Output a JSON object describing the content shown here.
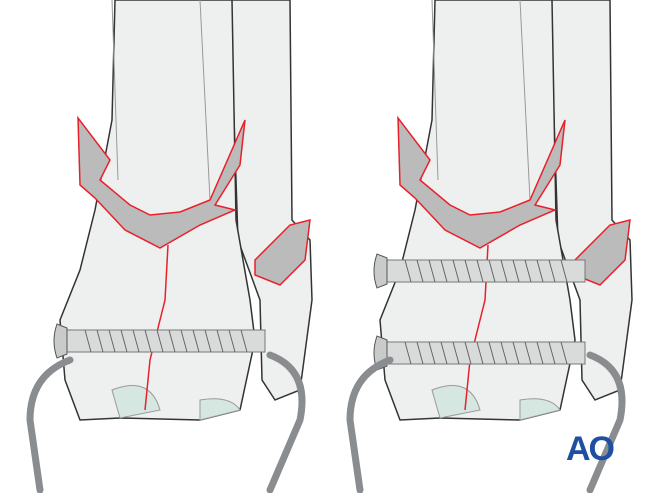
{
  "logo": {
    "text": "AO",
    "color": "#1f4fa0"
  },
  "colors": {
    "bone": "#eef0ef",
    "outline": "#333333",
    "fracture": "#e8212b",
    "cartilage": "#d6e7e1",
    "screw": "#c9cbcb",
    "wire": "#8a8d90"
  },
  "panels": [
    {
      "name": "single-screw-fixation",
      "screws": 1
    },
    {
      "name": "two-screw-fixation",
      "screws": 2
    }
  ]
}
